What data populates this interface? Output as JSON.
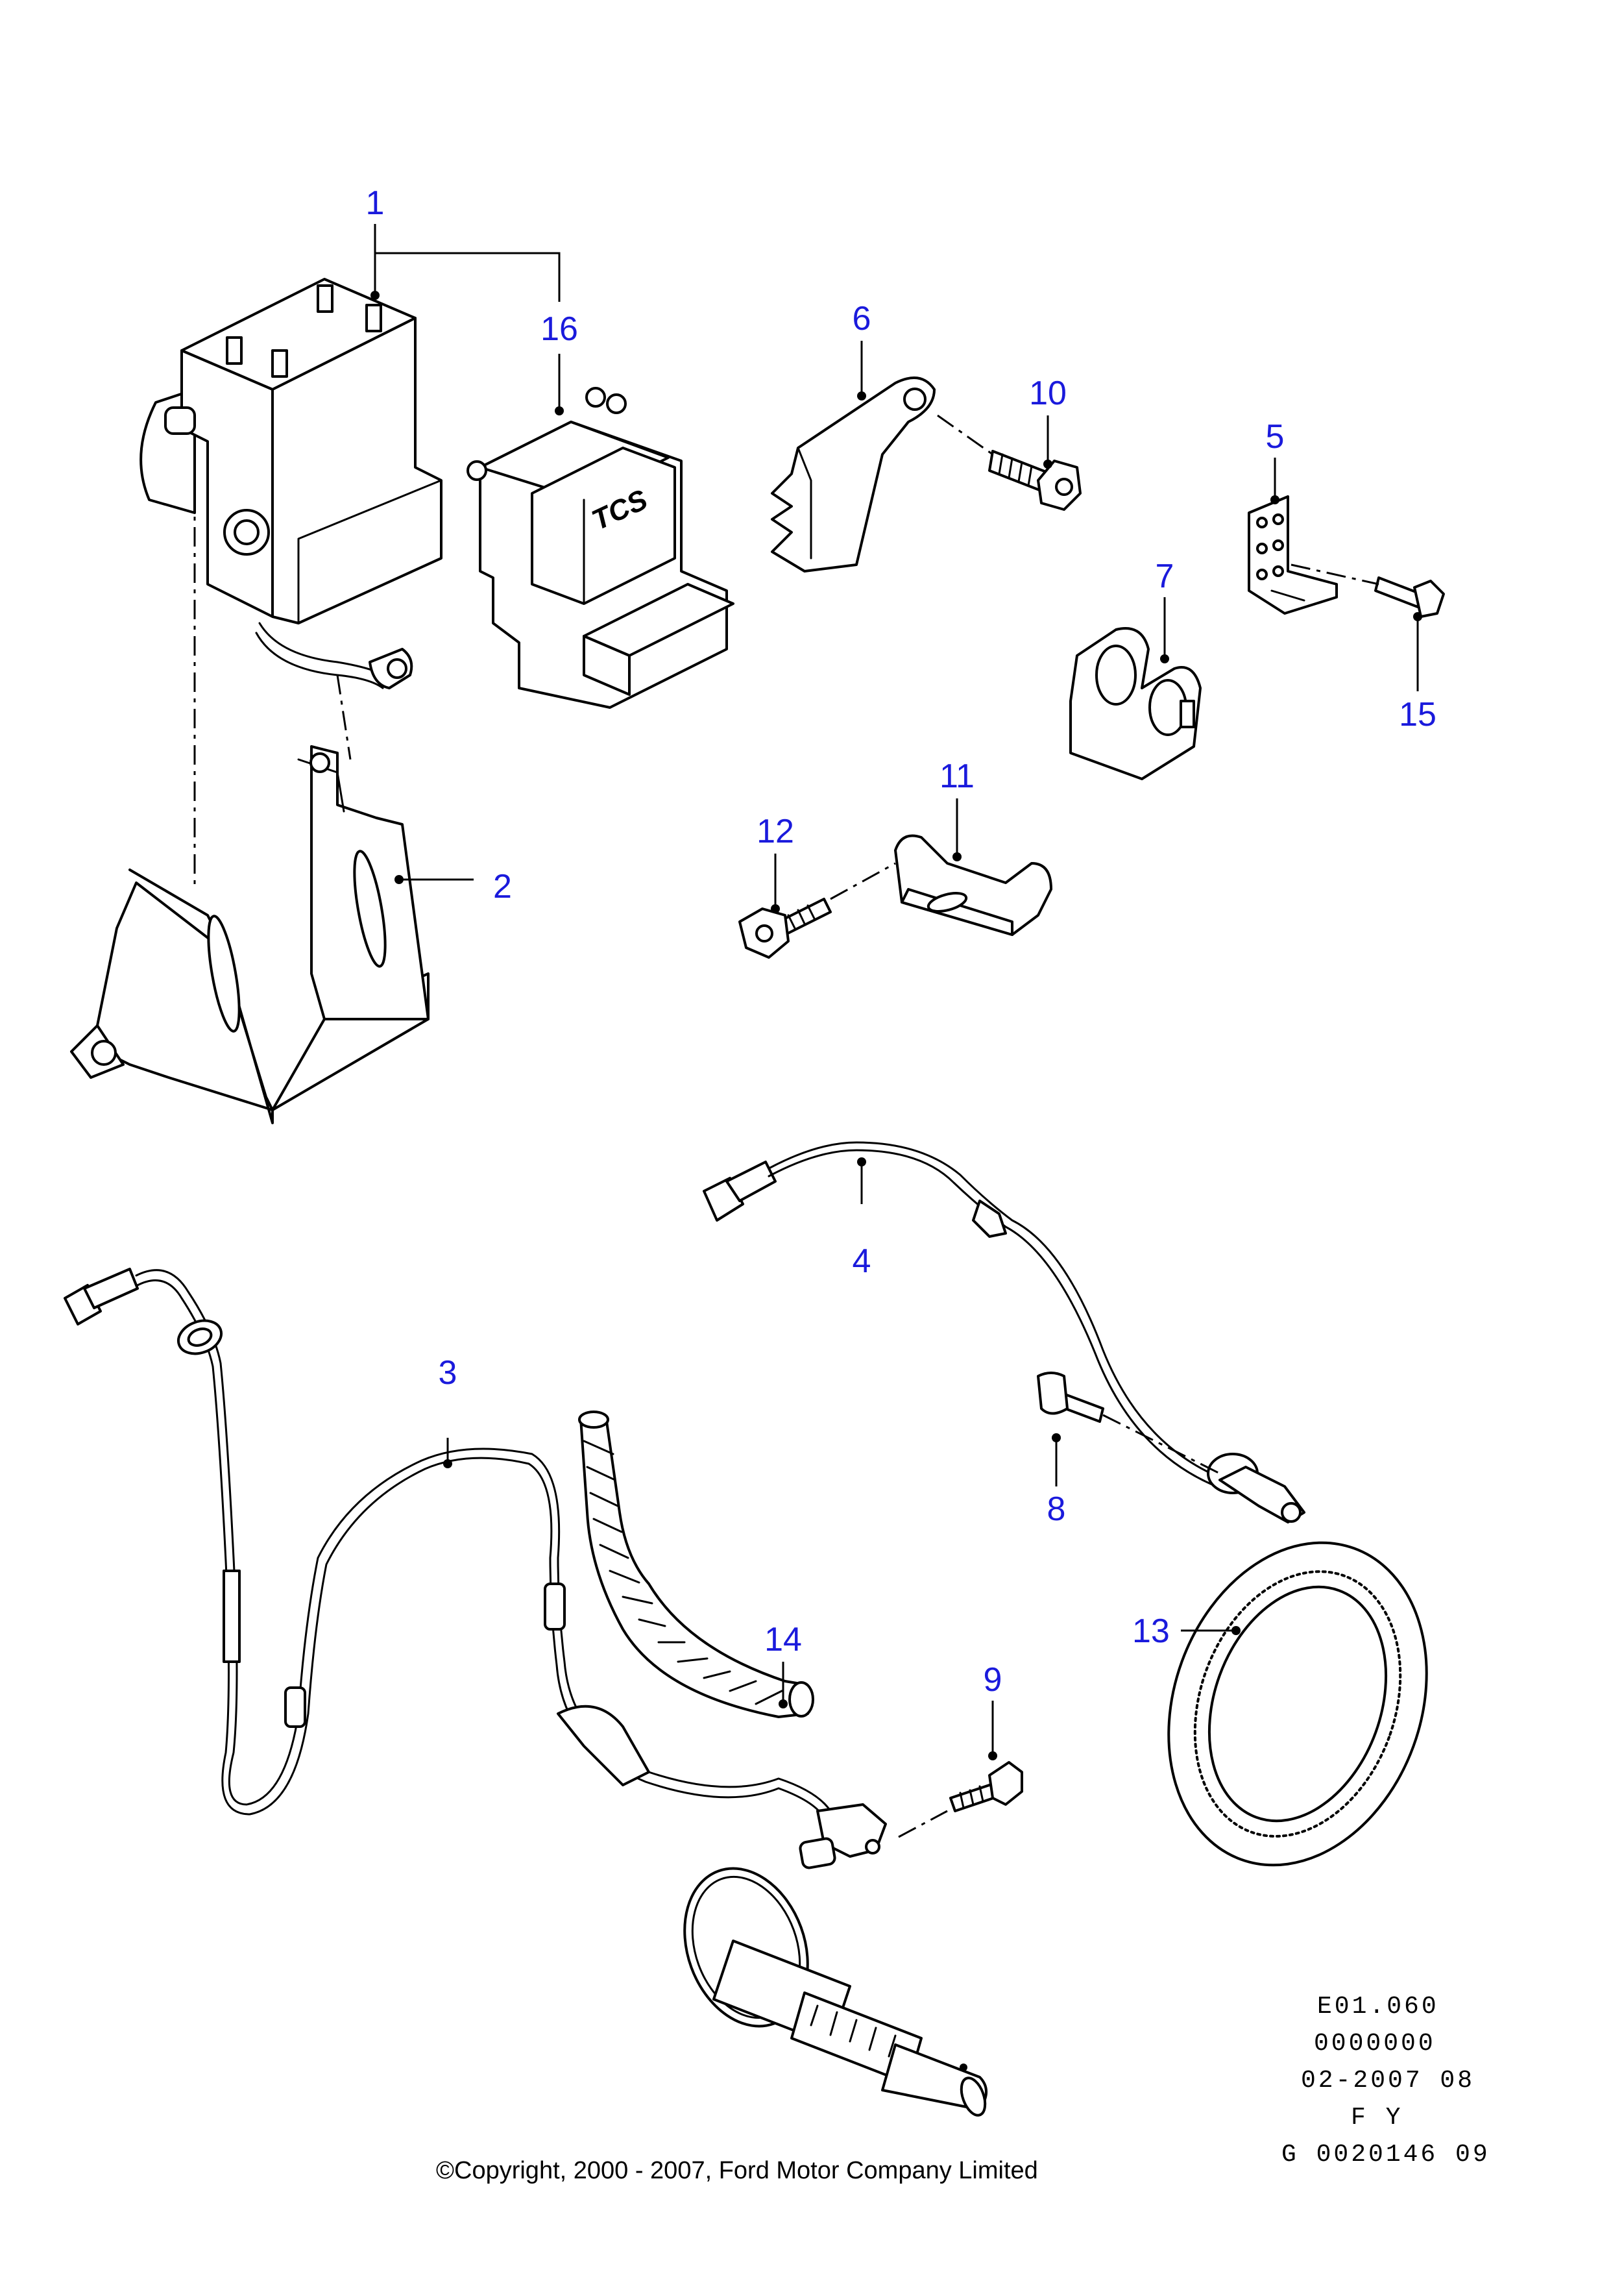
{
  "callouts": {
    "c1": "1",
    "c2": "2",
    "c3": "3",
    "c4": "4",
    "c5": "5",
    "c6": "6",
    "c7": "7",
    "c8": "8",
    "c9": "9",
    "c10": "10",
    "c11": "11",
    "c12": "12",
    "c13": "13",
    "c14": "14",
    "c15": "15",
    "c16": "16"
  },
  "module_label": "TCS",
  "reference_block": {
    "line1": "E01.060",
    "line2": "0000000",
    "line3": "02-2007 08",
    "line4": "F Y",
    "line5": "G 0020146 09"
  },
  "copyright": "©Copyright, 2000 - 2007, Ford Motor Company Limited"
}
